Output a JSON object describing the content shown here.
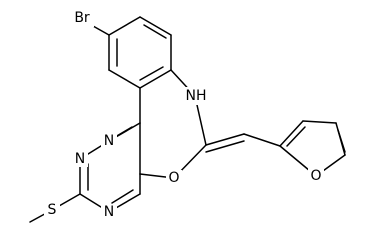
{
  "molecule": {
    "atom_labels": {
      "bromine": "Br",
      "ring_nitrogen_top": "N",
      "ring_nitrogen_mid": "N",
      "ring_nitrogen_bottom": "N",
      "amine": "NH",
      "ring_oxygen": "O",
      "furan_oxygen": "O",
      "sulfur": "S"
    }
  }
}
